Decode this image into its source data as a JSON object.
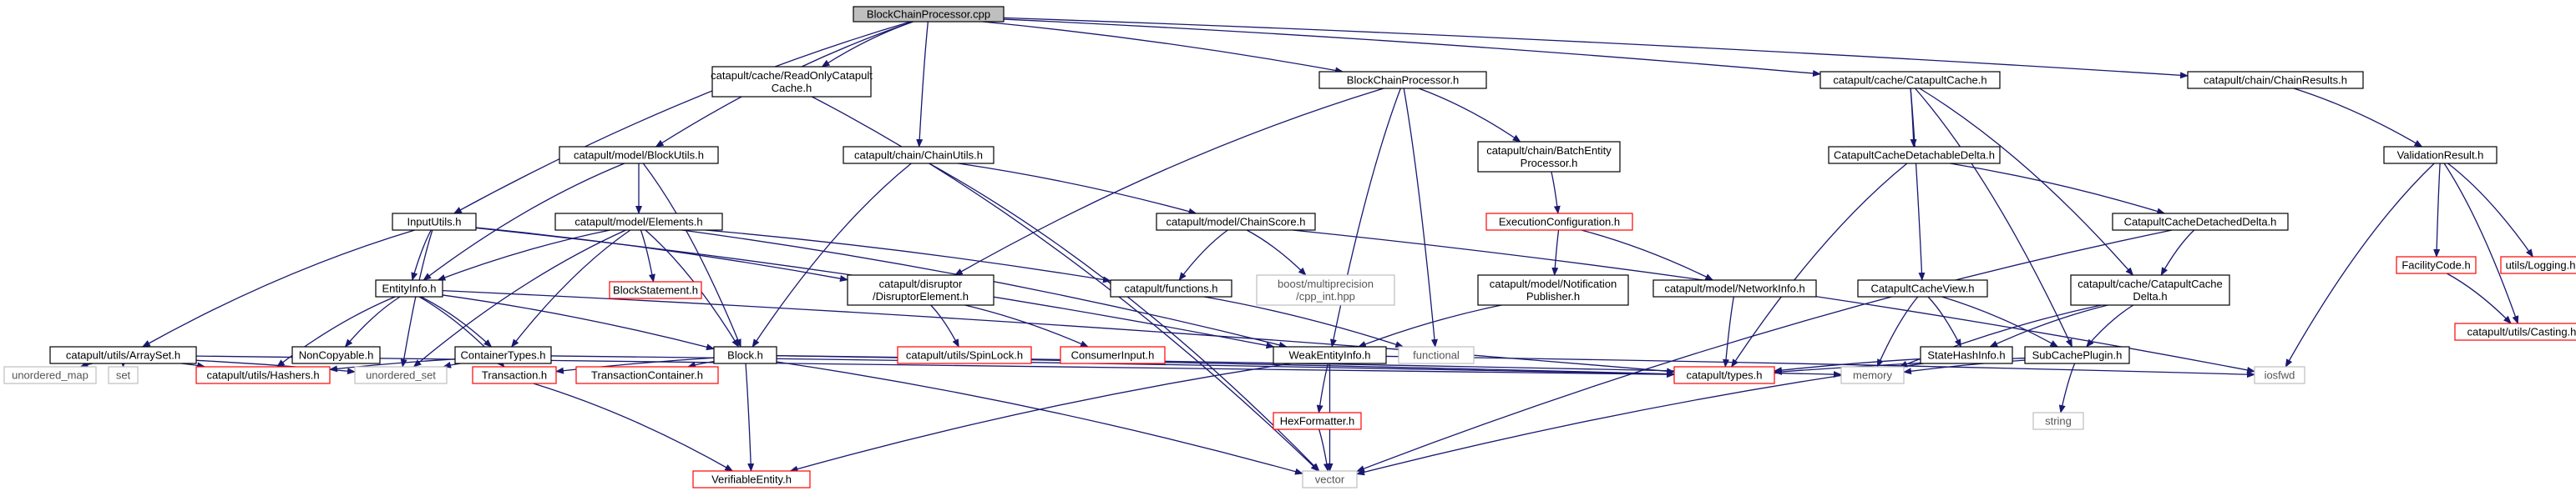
{
  "title": "BlockChainProcessor.cpp include dependency graph",
  "colors": {
    "root_fill": "#bfbfbf",
    "normal_stroke": "#000000",
    "truncated_stroke": "#ff0000",
    "external_stroke": "#bfbfbf",
    "external_text": "#555555",
    "edge": "#191970"
  },
  "nodes": [
    {
      "id": "root",
      "lines": [
        "BlockChainProcessor.cpp"
      ],
      "kind": "root"
    },
    {
      "id": "inpututils",
      "lines": [
        "InputUtils.h"
      ],
      "kind": "normal"
    },
    {
      "id": "blockutils",
      "lines": [
        "catapult/model/BlockUtils.h"
      ],
      "kind": "normal"
    },
    {
      "id": "readonlycache",
      "lines": [
        "catapult/cache/ReadOnlyCatapult",
        "Cache.h"
      ],
      "kind": "normal"
    },
    {
      "id": "chainutils",
      "lines": [
        "catapult/chain/ChainUtils.h"
      ],
      "kind": "normal"
    },
    {
      "id": "bcp_h",
      "lines": [
        "BlockChainProcessor.h"
      ],
      "kind": "normal"
    },
    {
      "id": "catcache",
      "lines": [
        "catapult/cache/CatapultCache.h"
      ],
      "kind": "normal"
    },
    {
      "id": "chainresults",
      "lines": [
        "catapult/chain/ChainResults.h"
      ],
      "kind": "normal"
    },
    {
      "id": "elements",
      "lines": [
        "catapult/model/Elements.h"
      ],
      "kind": "normal"
    },
    {
      "id": "batchentity",
      "lines": [
        "catapult/chain/BatchEntity",
        "Processor.h"
      ],
      "kind": "normal"
    },
    {
      "id": "chainscore",
      "lines": [
        "catapult/model/ChainScore.h"
      ],
      "kind": "normal"
    },
    {
      "id": "detachabledelta",
      "lines": [
        "CatapultCacheDetachableDelta.h"
      ],
      "kind": "normal"
    },
    {
      "id": "validationresult",
      "lines": [
        "ValidationResult.h"
      ],
      "kind": "normal"
    },
    {
      "id": "execconfig",
      "lines": [
        "ExecutionConfiguration.h"
      ],
      "kind": "truncated"
    },
    {
      "id": "detacheddelta",
      "lines": [
        "CatapultCacheDetachedDelta.h"
      ],
      "kind": "normal"
    },
    {
      "id": "facilitycode",
      "lines": [
        "FacilityCode.h"
      ],
      "kind": "truncated"
    },
    {
      "id": "logging",
      "lines": [
        "utils/Logging.h"
      ],
      "kind": "truncated"
    },
    {
      "id": "entityinfo",
      "lines": [
        "EntityInfo.h"
      ],
      "kind": "normal"
    },
    {
      "id": "blockstatement",
      "lines": [
        "BlockStatement.h"
      ],
      "kind": "truncated"
    },
    {
      "id": "disruptor",
      "lines": [
        "catapult/disruptor",
        "/DisruptorElement.h"
      ],
      "kind": "normal"
    },
    {
      "id": "functions",
      "lines": [
        "catapult/functions.h"
      ],
      "kind": "normal"
    },
    {
      "id": "boostmp",
      "lines": [
        "boost/multiprecision",
        "/cpp_int.hpp"
      ],
      "kind": "external"
    },
    {
      "id": "notifpub",
      "lines": [
        "catapult/model/Notification",
        "Publisher.h"
      ],
      "kind": "normal"
    },
    {
      "id": "networkinfo",
      "lines": [
        "catapult/model/NetworkInfo.h"
      ],
      "kind": "normal"
    },
    {
      "id": "cacheview",
      "lines": [
        "CatapultCacheView.h"
      ],
      "kind": "normal"
    },
    {
      "id": "cachedelta",
      "lines": [
        "catapult/cache/CatapultCache",
        "Delta.h"
      ],
      "kind": "normal"
    },
    {
      "id": "casting",
      "lines": [
        "catapult/utils/Casting.h"
      ],
      "kind": "truncated"
    },
    {
      "id": "arrayset",
      "lines": [
        "catapult/utils/ArraySet.h"
      ],
      "kind": "normal"
    },
    {
      "id": "noncopyable",
      "lines": [
        "NonCopyable.h"
      ],
      "kind": "normal"
    },
    {
      "id": "containertypes",
      "lines": [
        "ContainerTypes.h"
      ],
      "kind": "normal"
    },
    {
      "id": "block",
      "lines": [
        "Block.h"
      ],
      "kind": "normal"
    },
    {
      "id": "spinlock",
      "lines": [
        "catapult/utils/SpinLock.h"
      ],
      "kind": "truncated"
    },
    {
      "id": "consumerinput",
      "lines": [
        "ConsumerInput.h"
      ],
      "kind": "truncated"
    },
    {
      "id": "functional",
      "lines": [
        "functional"
      ],
      "kind": "external"
    },
    {
      "id": "weakentity",
      "lines": [
        "WeakEntityInfo.h"
      ],
      "kind": "normal"
    },
    {
      "id": "statehash",
      "lines": [
        "StateHashInfo.h"
      ],
      "kind": "normal"
    },
    {
      "id": "subcacheplugin",
      "lines": [
        "SubCachePlugin.h"
      ],
      "kind": "normal"
    },
    {
      "id": "unordered_map",
      "lines": [
        "unordered_map"
      ],
      "kind": "external"
    },
    {
      "id": "set",
      "lines": [
        "set"
      ],
      "kind": "external"
    },
    {
      "id": "hashers",
      "lines": [
        "catapult/utils/Hashers.h"
      ],
      "kind": "truncated"
    },
    {
      "id": "unordered_set",
      "lines": [
        "unordered_set"
      ],
      "kind": "external"
    },
    {
      "id": "transaction",
      "lines": [
        "Transaction.h"
      ],
      "kind": "truncated"
    },
    {
      "id": "txcontainer",
      "lines": [
        "TransactionContainer.h"
      ],
      "kind": "truncated"
    },
    {
      "id": "types",
      "lines": [
        "catapult/types.h"
      ],
      "kind": "truncated"
    },
    {
      "id": "memory",
      "lines": [
        "memory"
      ],
      "kind": "external"
    },
    {
      "id": "iosfwd",
      "lines": [
        "iosfwd"
      ],
      "kind": "external"
    },
    {
      "id": "string",
      "lines": [
        "string"
      ],
      "kind": "external"
    },
    {
      "id": "hexformatter",
      "lines": [
        "HexFormatter.h"
      ],
      "kind": "truncated"
    },
    {
      "id": "verifiable",
      "lines": [
        "VerifiableEntity.h"
      ],
      "kind": "truncated"
    },
    {
      "id": "vector",
      "lines": [
        "vector"
      ],
      "kind": "external"
    }
  ],
  "edges": [
    [
      "root",
      "inpututils"
    ],
    [
      "root",
      "blockutils"
    ],
    [
      "root",
      "readonlycache"
    ],
    [
      "root",
      "chainutils"
    ],
    [
      "root",
      "bcp_h"
    ],
    [
      "root",
      "catcache"
    ],
    [
      "root",
      "chainresults"
    ],
    [
      "inpututils",
      "entityinfo"
    ],
    [
      "inpututils",
      "arrayset"
    ],
    [
      "inpututils",
      "unordered_set"
    ],
    [
      "inpututils",
      "disruptor"
    ],
    [
      "inpututils",
      "weakentity"
    ],
    [
      "blockutils",
      "elements"
    ],
    [
      "blockutils",
      "entityinfo"
    ],
    [
      "blockutils",
      "block"
    ],
    [
      "readonlycache",
      "vector"
    ],
    [
      "chainutils",
      "block"
    ],
    [
      "chainutils",
      "chainscore"
    ],
    [
      "chainutils",
      "vector"
    ],
    [
      "bcp_h",
      "disruptor"
    ],
    [
      "bcp_h",
      "batchentity"
    ],
    [
      "bcp_h",
      "weakentity"
    ],
    [
      "bcp_h",
      "functional"
    ],
    [
      "catcache",
      "detachabledelta"
    ],
    [
      "catcache",
      "cacheview"
    ],
    [
      "catcache",
      "cachedelta"
    ],
    [
      "catcache",
      "subcacheplugin"
    ],
    [
      "chainresults",
      "validationresult"
    ],
    [
      "elements",
      "entityinfo"
    ],
    [
      "elements",
      "blockstatement"
    ],
    [
      "elements",
      "block"
    ],
    [
      "elements",
      "containertypes"
    ],
    [
      "elements",
      "functions"
    ],
    [
      "elements",
      "weakentity"
    ],
    [
      "elements",
      "unordered_set"
    ],
    [
      "batchentity",
      "execconfig"
    ],
    [
      "chainscore",
      "functions"
    ],
    [
      "chainscore",
      "boostmp"
    ],
    [
      "chainscore",
      "iosfwd"
    ],
    [
      "detachabledelta",
      "detacheddelta"
    ],
    [
      "detachabledelta",
      "types"
    ],
    [
      "validationresult",
      "facilitycode"
    ],
    [
      "validationresult",
      "logging"
    ],
    [
      "validationresult",
      "casting"
    ],
    [
      "validationresult",
      "iosfwd"
    ],
    [
      "execconfig",
      "notifpub"
    ],
    [
      "execconfig",
      "networkinfo"
    ],
    [
      "detacheddelta",
      "cachedelta"
    ],
    [
      "detacheddelta",
      "vector"
    ],
    [
      "facilitycode",
      "casting"
    ],
    [
      "entityinfo",
      "noncopyable"
    ],
    [
      "entityinfo",
      "containertypes"
    ],
    [
      "entityinfo",
      "block"
    ],
    [
      "entityinfo",
      "hashers"
    ],
    [
      "entityinfo",
      "transaction"
    ],
    [
      "entityinfo",
      "types"
    ],
    [
      "disruptor",
      "spinlock"
    ],
    [
      "disruptor",
      "consumerinput"
    ],
    [
      "functions",
      "functional"
    ],
    [
      "notifpub",
      "weakentity"
    ],
    [
      "networkinfo",
      "types"
    ],
    [
      "cacheview",
      "statehash"
    ],
    [
      "cacheview",
      "subcacheplugin"
    ],
    [
      "cacheview",
      "memory"
    ],
    [
      "cachedelta",
      "statehash"
    ],
    [
      "cachedelta",
      "subcacheplugin"
    ],
    [
      "cachedelta",
      "memory"
    ],
    [
      "arrayset",
      "unordered_map"
    ],
    [
      "arrayset",
      "set"
    ],
    [
      "arrayset",
      "hashers"
    ],
    [
      "arrayset",
      "unordered_set"
    ],
    [
      "arrayset",
      "types"
    ],
    [
      "containertypes",
      "hashers"
    ],
    [
      "containertypes",
      "unordered_set"
    ],
    [
      "containertypes",
      "types"
    ],
    [
      "block",
      "transaction"
    ],
    [
      "block",
      "txcontainer"
    ],
    [
      "block",
      "verifiable"
    ],
    [
      "block",
      "vector"
    ],
    [
      "block",
      "types"
    ],
    [
      "block",
      "memory"
    ],
    [
      "weakentity",
      "verifiable"
    ],
    [
      "weakentity",
      "hexformatter"
    ],
    [
      "weakentity",
      "vector"
    ],
    [
      "weakentity",
      "iosfwd"
    ],
    [
      "statehash",
      "types"
    ],
    [
      "statehash",
      "vector"
    ],
    [
      "subcacheplugin",
      "types"
    ],
    [
      "subcacheplugin",
      "memory"
    ],
    [
      "subcacheplugin",
      "string"
    ],
    [
      "transaction",
      "verifiable"
    ],
    [
      "hexformatter",
      "vector"
    ]
  ]
}
